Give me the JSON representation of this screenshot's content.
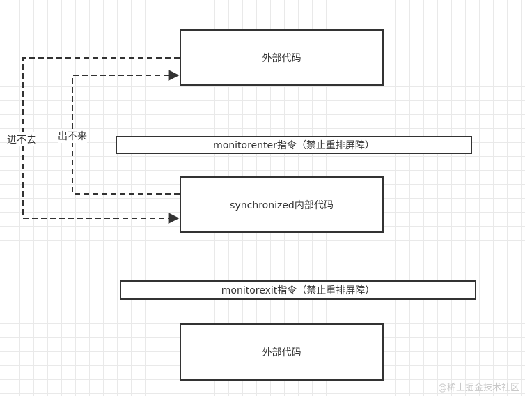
{
  "diagram": {
    "outer_code_top": "外部代码",
    "monitorenter_bar": "monitorenter指令（禁止重排屏障）",
    "synchronized_block": "synchronized内部代码",
    "monitorexit_bar": "monitorexit指令（禁止重排屏障）",
    "outer_code_bottom": "外部代码",
    "label_cannot_enter": "进不去",
    "label_cannot_exit": "出不来"
  },
  "watermark": "@稀土掘金技术社区",
  "colors": {
    "stroke": "#333333",
    "grid": "#e9e9e9",
    "background": "#ffffff"
  }
}
